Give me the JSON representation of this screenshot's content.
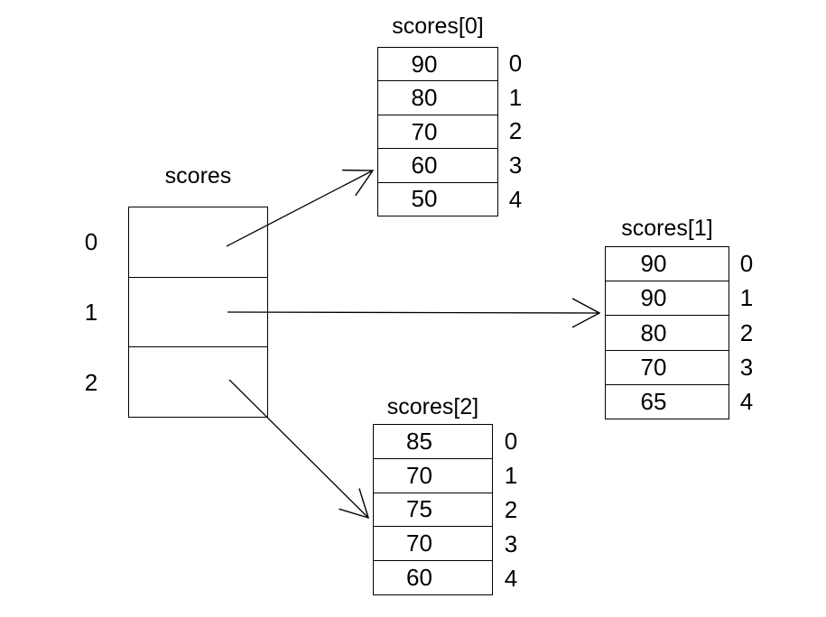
{
  "colors": {
    "background": "#ffffff",
    "line": "#000000",
    "text": "#000000"
  },
  "main_array": {
    "title": "scores",
    "indices": [
      "0",
      "1",
      "2"
    ]
  },
  "sub_arrays": [
    {
      "title": "scores[0]",
      "indices": [
        "0",
        "1",
        "2",
        "3",
        "4"
      ],
      "values": [
        "90",
        "80",
        "70",
        "60",
        "50"
      ]
    },
    {
      "title": "scores[1]",
      "indices": [
        "0",
        "1",
        "2",
        "3",
        "4"
      ],
      "values": [
        "90",
        "90",
        "80",
        "70",
        "65"
      ]
    },
    {
      "title": "scores[2]",
      "indices": [
        "0",
        "1",
        "2",
        "3",
        "4"
      ],
      "values": [
        "85",
        "70",
        "75",
        "70",
        "60"
      ]
    }
  ],
  "arrows": [
    {
      "from": "scores cell 0",
      "to": "scores[0]"
    },
    {
      "from": "scores cell 1",
      "to": "scores[1]"
    },
    {
      "from": "scores cell 2",
      "to": "scores[2]"
    }
  ]
}
